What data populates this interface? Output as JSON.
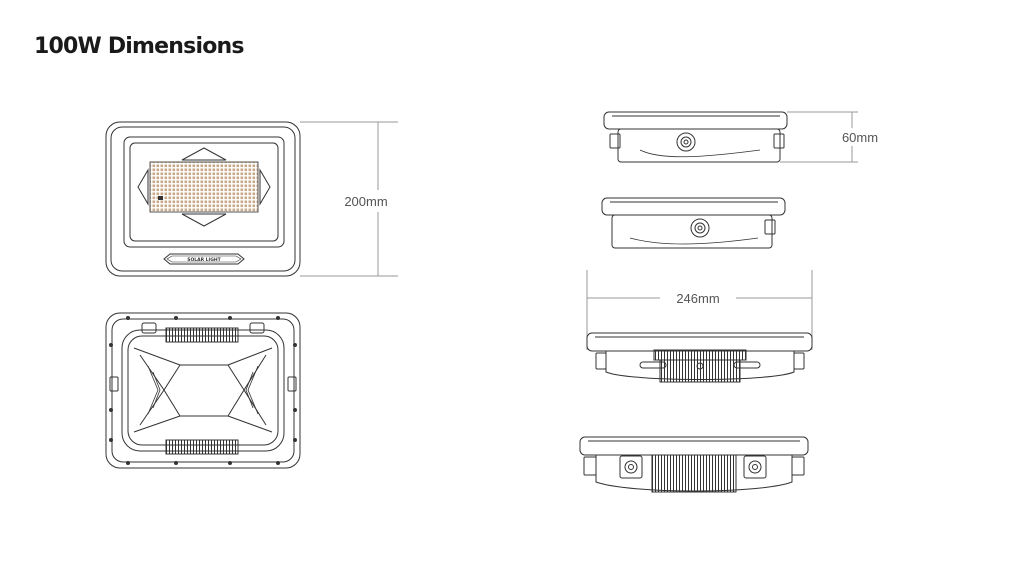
{
  "page": {
    "title": "100W Dimensions"
  },
  "dimensions": {
    "height": "200mm",
    "depth": "60mm",
    "width": "246mm"
  },
  "embossing": {
    "front_label": "SOLAR LIGHT"
  },
  "colors": {
    "line": "#333333",
    "dim_line": "#999999",
    "text": "#555555"
  }
}
